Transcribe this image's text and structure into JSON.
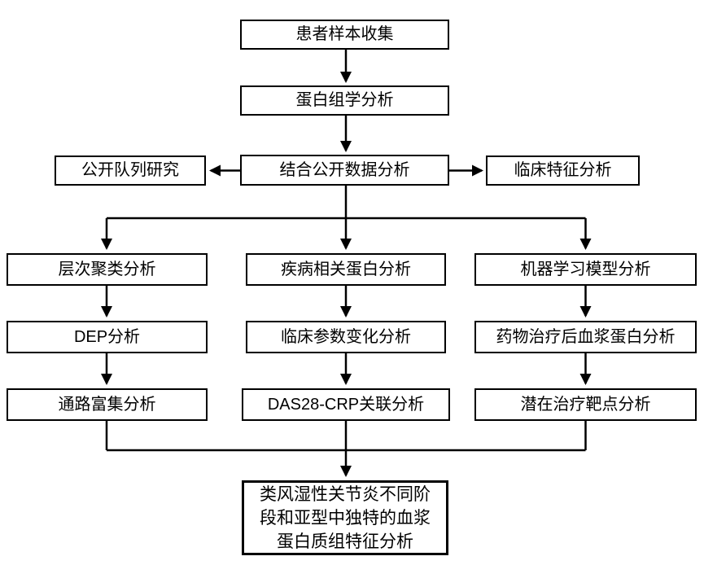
{
  "flowchart": {
    "colors": {
      "background": "#ffffff",
      "box_fill": "#ffffff",
      "box_border": "#000000",
      "line": "#000000",
      "text": "#000000"
    },
    "nodes": {
      "patient_sample_collection": "患者样本收集",
      "proteomics_analysis": "蛋白组学分析",
      "combined_public_data_analysis": "结合公开数据分析",
      "public_cohort_study": "公开队列研究",
      "clinical_feature_analysis": "临床特征分析",
      "hierarchical_clustering_analysis": "层次聚类分析",
      "dep_analysis": "DEP分析",
      "pathway_enrichment_analysis": "通路富集分析",
      "disease_related_protein_analysis": "疾病相关蛋白分析",
      "clinical_parameter_change_analysis": "临床参数变化分析",
      "das28_crp_association_analysis": "DAS28-CRP关联分析",
      "machine_learning_model_analysis": "机器学习模型分析",
      "post_drug_plasma_protein_analysis": "药物治疗后血浆蛋白分析",
      "potential_therapeutic_target_analysis": "潜在治疗靶点分析"
    },
    "final_node": {
      "full_text": "类风湿性关节炎不同阶段和亚型中独特的血浆蛋白质组特征分析",
      "lines": [
        "类风湿性关节炎不同阶",
        "段和亚型中独特的血浆",
        "蛋白质组特征分析"
      ]
    }
  }
}
